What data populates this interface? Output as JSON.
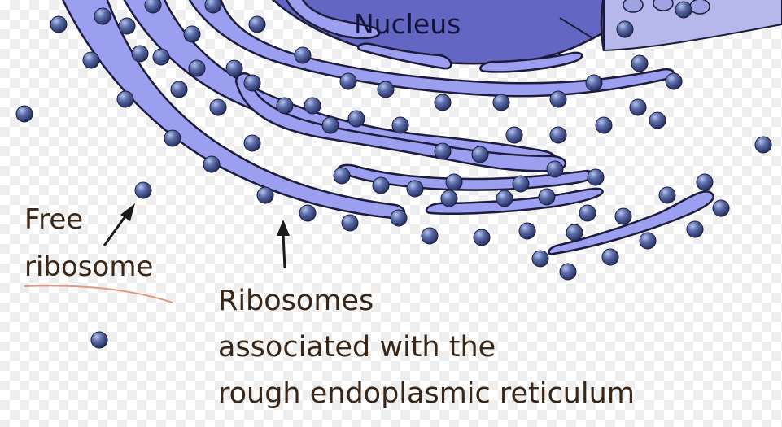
{
  "labels": {
    "nucleus": "Nucleus",
    "free_ribosome_line1": "Free",
    "free_ribosome_line2": "ribosome",
    "rer_line1": "Ribosomes",
    "rer_line2": "associated with the",
    "rer_line3": "rough endoplasmic reticulum"
  },
  "colors": {
    "nucleus": "#6466c4",
    "nuclear_pore_region": "#b6b8ec",
    "er_membrane": "#9c9ef0",
    "outline": "#1c1c3a",
    "ribosome": "#50609c",
    "ribosome_highlight": "#aec0ea",
    "arrow": "#1a1a1a",
    "text": "#3a2616",
    "underline": "#e09a82"
  },
  "icons": [
    "arrow-icon",
    "ribosome-icon"
  ]
}
